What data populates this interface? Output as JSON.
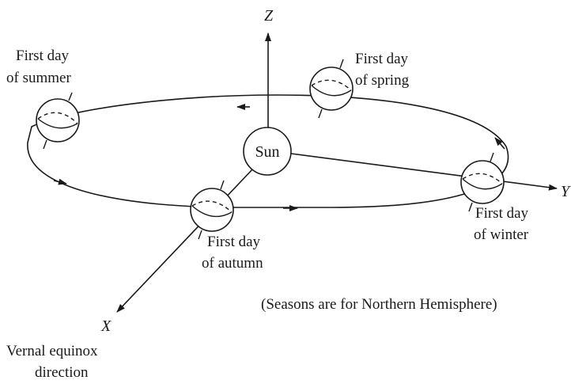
{
  "axes": {
    "z_label": "Z",
    "y_label": "Y",
    "x_label": "X"
  },
  "sun_label": "Sun",
  "positions": {
    "summer": {
      "line1": "First day",
      "line2": "of summer"
    },
    "spring": {
      "line1": "First day",
      "line2": "of spring"
    },
    "autumn": {
      "line1": "First day",
      "line2": "of autumn"
    },
    "winter": {
      "line1": "First day",
      "line2": "of winter"
    }
  },
  "note": "(Seasons are for Northern Hemisphere)",
  "vernal": {
    "line1": "Vernal equinox",
    "line2": "direction"
  },
  "colors": {
    "ink": "#1a1a1a",
    "background": "#ffffff"
  }
}
